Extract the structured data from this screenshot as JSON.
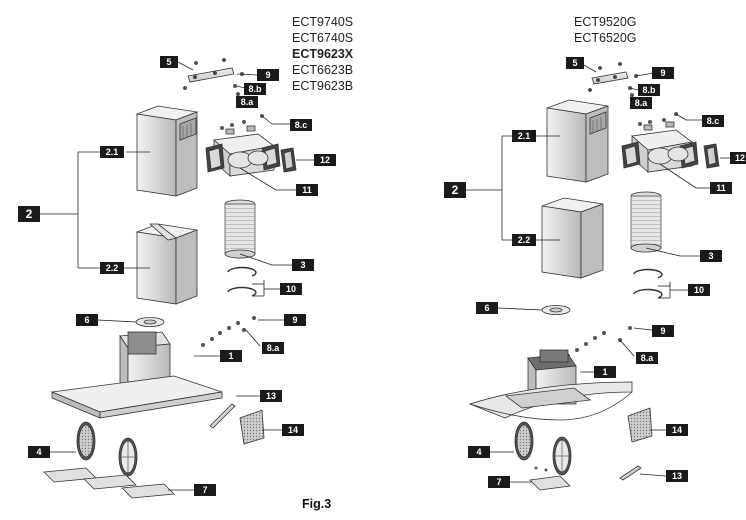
{
  "left_models": [
    "ECT9740S",
    "ECT6740S",
    "ECT9623X",
    "ECT6623B",
    "ECT9623B"
  ],
  "right_models": [
    "ECT9520G",
    "ECT6520G"
  ],
  "caption": "Fig.3",
  "left_labels": {
    "p5": "5",
    "p9a": "9",
    "p8b": "8.b",
    "p8a": "8.a",
    "p8c": "8.c",
    "p21": "2.1",
    "p12": "12",
    "p11": "11",
    "p2": "2",
    "p22": "2.2",
    "p3": "3",
    "p10": "10",
    "p6": "6",
    "p9b": "9",
    "p8a2": "8.a",
    "p1": "1",
    "p13": "13",
    "p14": "14",
    "p4": "4",
    "p7": "7"
  },
  "right_labels": {
    "p5": "5",
    "p9a": "9",
    "p8b": "8.b",
    "p8a": "8.a",
    "p8c": "8.c",
    "p21": "2.1",
    "p12": "12",
    "p11": "11",
    "p2": "2",
    "p22": "2.2",
    "p3": "3",
    "p10": "10",
    "p6": "6",
    "p9b": "9",
    "p8a2": "8.a",
    "p1": "1",
    "p4": "4",
    "p14": "14",
    "p7": "7",
    "p13": "13"
  }
}
